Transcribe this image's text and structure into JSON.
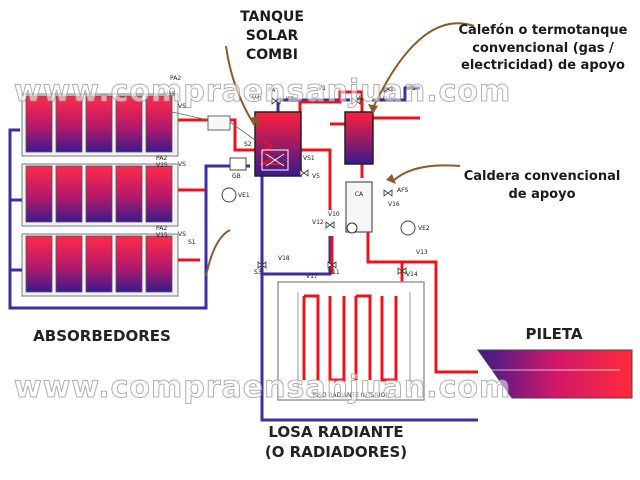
{
  "labels": {
    "tank_title_1": "TANQUE SOLAR",
    "tank_title_2": "COMBI",
    "heater_1": "Calefón o termotanque",
    "heater_2": "convencional (gas /",
    "heater_3": "electricidad) de apoyo",
    "boiler_1": "Caldera convencional",
    "boiler_2": "de apoyo",
    "absorbers": "ABSORBEDORES",
    "pool": "PILETA",
    "slab_1": "LOSA RADIANTE",
    "slab_2": "(O RADIADORES)"
  },
  "watermark": "www.compraensanjuan.com",
  "components": {
    "pa2_top": "PA2",
    "v15_top": "V15",
    "pa2_mid": "PA2",
    "v15_mid": "V15",
    "pa2_bot": "PA2",
    "v15_bot": "V15",
    "vs_top": "VS",
    "vs_mid": "VS",
    "vs_bot": "VS",
    "s1": "S1",
    "s2": "S2",
    "s3": "S3",
    "pa": "PA",
    "v4": "V4",
    "v3": "V3",
    "v1": "V1",
    "v2": "V2",
    "v2b": "V2",
    "afs_top": "AFS",
    "vs1": "VS1",
    "v5": "V5",
    "gb": "GB",
    "ve1": "VE1",
    "ca": "CA",
    "afs_mid": "AFS",
    "v16": "V16",
    "ve2": "VE2",
    "v12": "V12",
    "v10": "V10",
    "v13": "V13",
    "v14": "V14",
    "v18": "V18",
    "v17": "V17",
    "v11": "V11",
    "floor": "PISO RADIANTE INTERIOR"
  },
  "colors": {
    "hot_pipe": "#e8141c",
    "cold_pipe": "#3b2ea0",
    "panel_top": "#ff1e3c",
    "panel_bottom": "#3a1a8c",
    "callout_arrow": "#8a5a2b"
  }
}
